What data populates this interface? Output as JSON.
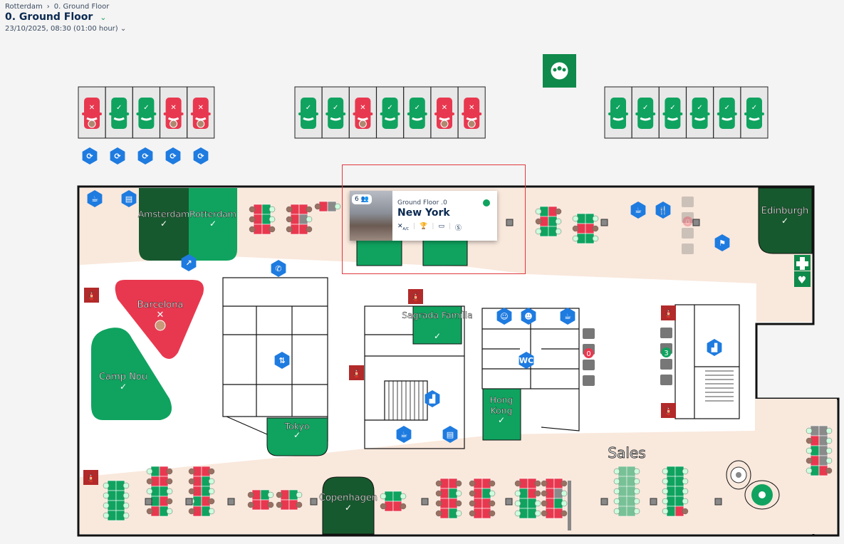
{
  "breadcrumb": {
    "root": "Rotterdam",
    "separator": "›",
    "current": "0. Ground Floor"
  },
  "header": {
    "title": "0. Ground Floor",
    "title_chevron": "⌄",
    "datetime": "23/10/2025, 08:30 (01:00 hour)",
    "datetime_chevron": "⌄"
  },
  "colors": {
    "free": "#0fa35f",
    "occupied": "#e8384f",
    "unavailable": "#8a8a8a",
    "dark_room": "#17592e",
    "zone": "#f9e8dc",
    "icon_blue": "#1e7be0",
    "safety_red": "#b22a2a"
  },
  "parking": [
    {
      "spots": [
        "occupied",
        "free",
        "free",
        "occupied",
        "occupied"
      ],
      "chargers": 5
    },
    {
      "spots": [
        "free",
        "free",
        "occupied",
        "free",
        "free",
        "occupied",
        "occupied"
      ]
    },
    {
      "spots": [
        "free",
        "free",
        "free",
        "free",
        "free",
        "free"
      ]
    }
  ],
  "rooms": [
    {
      "name": "Amsterdam",
      "status": "dark"
    },
    {
      "name": "Rotterdam",
      "status": "free"
    },
    {
      "name": "Edinburgh",
      "status": "dark"
    },
    {
      "name": "Barcelona",
      "status": "occupied"
    },
    {
      "name": "Camp Nou",
      "status": "free"
    },
    {
      "name": "Sagrada Família",
      "status": "free"
    },
    {
      "name": "Hong Kong",
      "status": "free"
    },
    {
      "name": "Tokyo",
      "status": "free"
    },
    {
      "name": "Copenhagen",
      "status": "dark"
    }
  ],
  "zone_label": "Sales",
  "lockers": [
    {
      "count": "0"
    },
    {
      "count": "0"
    },
    {
      "count": "3"
    }
  ],
  "wc_label": "WC",
  "popup": {
    "capacity": "6",
    "floor": "Ground Floor .0",
    "name": "New York",
    "status": "available",
    "amenities": [
      "air-conditioning-icon",
      "trophy-icon",
      "projector-icon",
      "skype-icon"
    ],
    "ac_label": "A/C"
  },
  "desk_clusters": [
    "ofofoo",
    "ooouoo",
    "ou",
    "foofff",
    "ffooff",
    "ffffffff",
    "fooofffoof",
    "ooofoffoof",
    "ofoo",
    "ofoo",
    "ffoo",
    "ooofooof",
    "ooofoooo",
    "oofoffff",
    "ooouofoo",
    "ffffffffff",
    "fffffffffo",
    "uuoufuoufo"
  ]
}
